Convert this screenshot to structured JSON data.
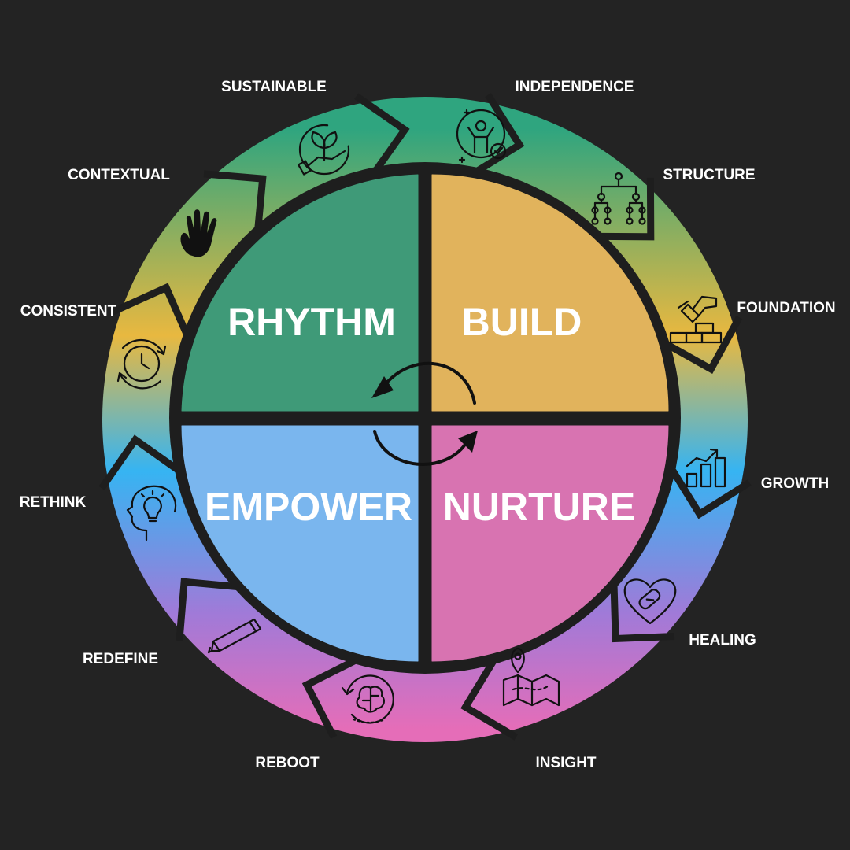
{
  "quadrants": {
    "rhythm": {
      "label": "RHYTHM",
      "color": "#3f9a78"
    },
    "build": {
      "label": "BUILD",
      "color": "#e1b35c"
    },
    "empower": {
      "label": "EMPOWER",
      "color": "#7ab6ee"
    },
    "nurture": {
      "label": "NURTURE",
      "color": "#d873b1"
    }
  },
  "ring_labels": {
    "sustainable": "SUSTAINABLE",
    "independence": "INDEPENDENCE",
    "contextual": "CONTEXTUAL",
    "structure": "STRUCTURE",
    "consistent": "CONSISTENT",
    "foundation": "FOUNDATION",
    "rethink": "RETHINK",
    "growth": "GROWTH",
    "redefine": "REDEFINE",
    "healing": "HEALING",
    "reboot": "REBOOT",
    "insight": "INSIGHT"
  },
  "icons": [
    "plant-in-hand-icon",
    "person-growth-icon",
    "hierarchy-icon",
    "hand-with-bricks-icon",
    "bar-chart-growth-icon",
    "heart-bandage-icon",
    "map-pin-icon",
    "brain-reboot-icon",
    "pencil-icon",
    "head-lightbulb-icon",
    "clock-cycle-icon",
    "handprint-icon"
  ],
  "colors": {
    "background": "#232323",
    "ring_teal": "#2fa57f",
    "ring_yellow": "#e8b840",
    "ring_blue": "#36b4f2",
    "ring_purple": "#a07ad8",
    "ring_pink": "#e56db8"
  }
}
